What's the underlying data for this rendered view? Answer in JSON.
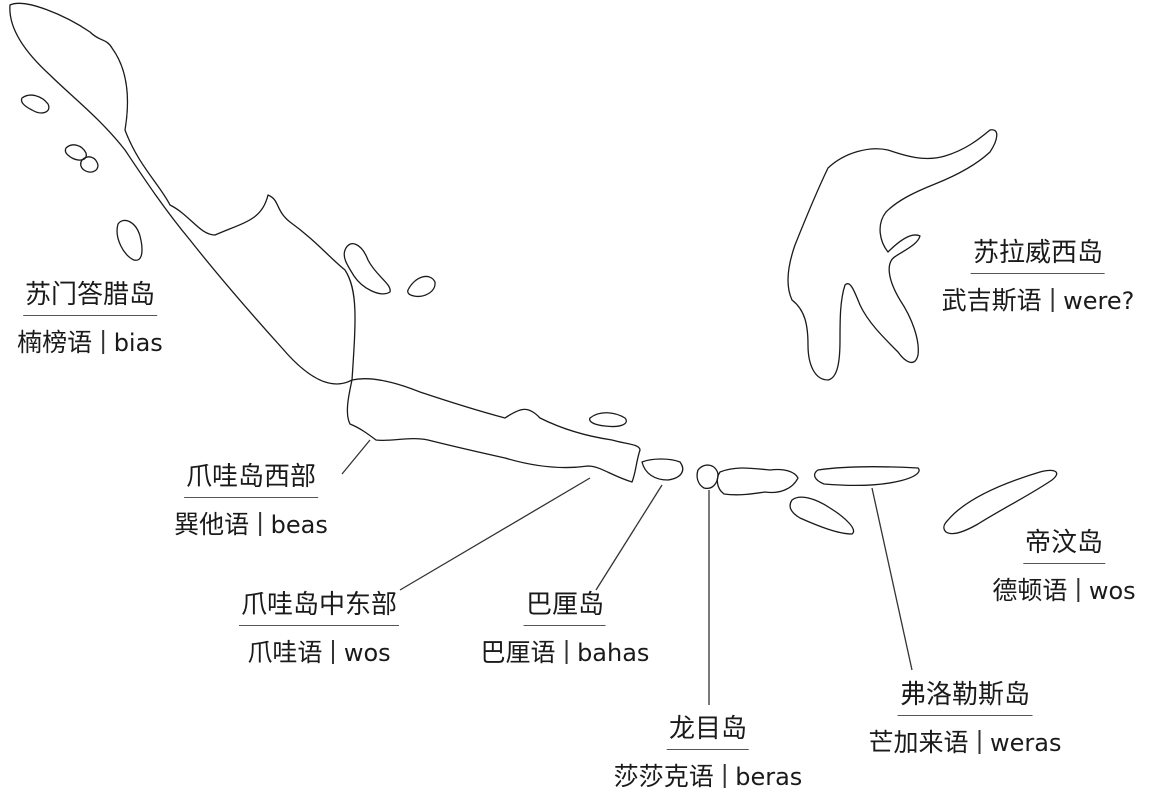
{
  "regions": [
    {
      "island": "苏门答腊岛",
      "language": "楠榜语",
      "word": "bias"
    },
    {
      "island": "爪哇岛西部",
      "language": "巽他语",
      "word": "beas"
    },
    {
      "island": "爪哇岛中东部",
      "language": "爪哇语",
      "word": "wos"
    },
    {
      "island": "巴厘岛",
      "language": "巴厘语",
      "word": "bahas"
    },
    {
      "island": "龙目岛",
      "language": "莎莎克语",
      "word": "beras"
    },
    {
      "island": "弗洛勒斯岛",
      "language": "芒加来语",
      "word": "weras"
    },
    {
      "island": "帝汶岛",
      "language": "德顿语",
      "word": "wos"
    },
    {
      "island": "苏拉威西岛",
      "language": "武吉斯语",
      "word": "were?"
    }
  ],
  "colors": {
    "outline": "#1a1a1a",
    "leader": "#333333",
    "underline": "#555555"
  }
}
